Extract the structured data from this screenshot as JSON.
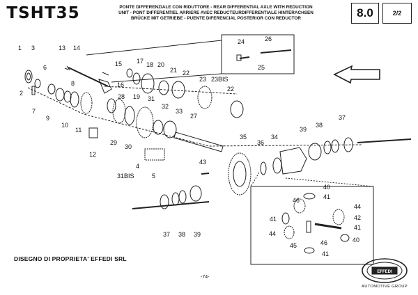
{
  "header": {
    "code": "TSHT35",
    "title_lines": [
      "PONTE DIFFERENZIALE CON RIDUTTORE - REAR DIFFERENTIAL AXLE WITH REDUCTION",
      "UNIT - PONT DIFFERENTIEL ARRIERE AVEC REDUCTEURDIFFERENTIALE HINTERACHSEN",
      "BRÜCKE MIT GETRIEBE - PUENTE DIFERENCIAL POSTERIOR CON REDUCTOR"
    ],
    "section": "8.0",
    "page": "2/2"
  },
  "callouts": {
    "c1": "1",
    "c2": "2",
    "c3": "3",
    "c4": "4",
    "c5": "5",
    "c6": "6",
    "c7": "7",
    "c8": "8",
    "c9": "9",
    "c10": "10",
    "c11": "11",
    "c12": "12",
    "c13": "13",
    "c14": "14",
    "c15": "15",
    "c16": "16",
    "c17": "17",
    "c18": "18",
    "c19": "19",
    "c20": "20",
    "c21": "21",
    "c22a": "22",
    "c22b": "22",
    "c23": "23",
    "c23bis": "23BIS",
    "c24": "24",
    "c25": "25",
    "c26": "26",
    "c27": "27",
    "c28": "28",
    "c29": "29",
    "c30": "30",
    "c31": "31",
    "c31bis": "31BIS",
    "c32": "32",
    "c33": "33",
    "c34": "34",
    "c35": "35",
    "c36": "36",
    "c37a": "37",
    "c37b": "37",
    "c38a": "38",
    "c38b": "38",
    "c39a": "39",
    "c39b": "39",
    "c40a": "40",
    "c40b": "40",
    "c41a": "41",
    "c41b": "41",
    "c41c": "41",
    "c41d": "41",
    "c42": "42",
    "c43": "43",
    "c44a": "44",
    "c44b": "44",
    "c45": "45",
    "c46a": "46",
    "c46b": "46"
  },
  "footer": {
    "ownership": "DISEGNO DI PROPRIETA' EFFEDI SRL",
    "page_number": "-74-",
    "logo_text": "EFFEDI",
    "logo_caption": "AUTOMOTIVE GROUP"
  }
}
